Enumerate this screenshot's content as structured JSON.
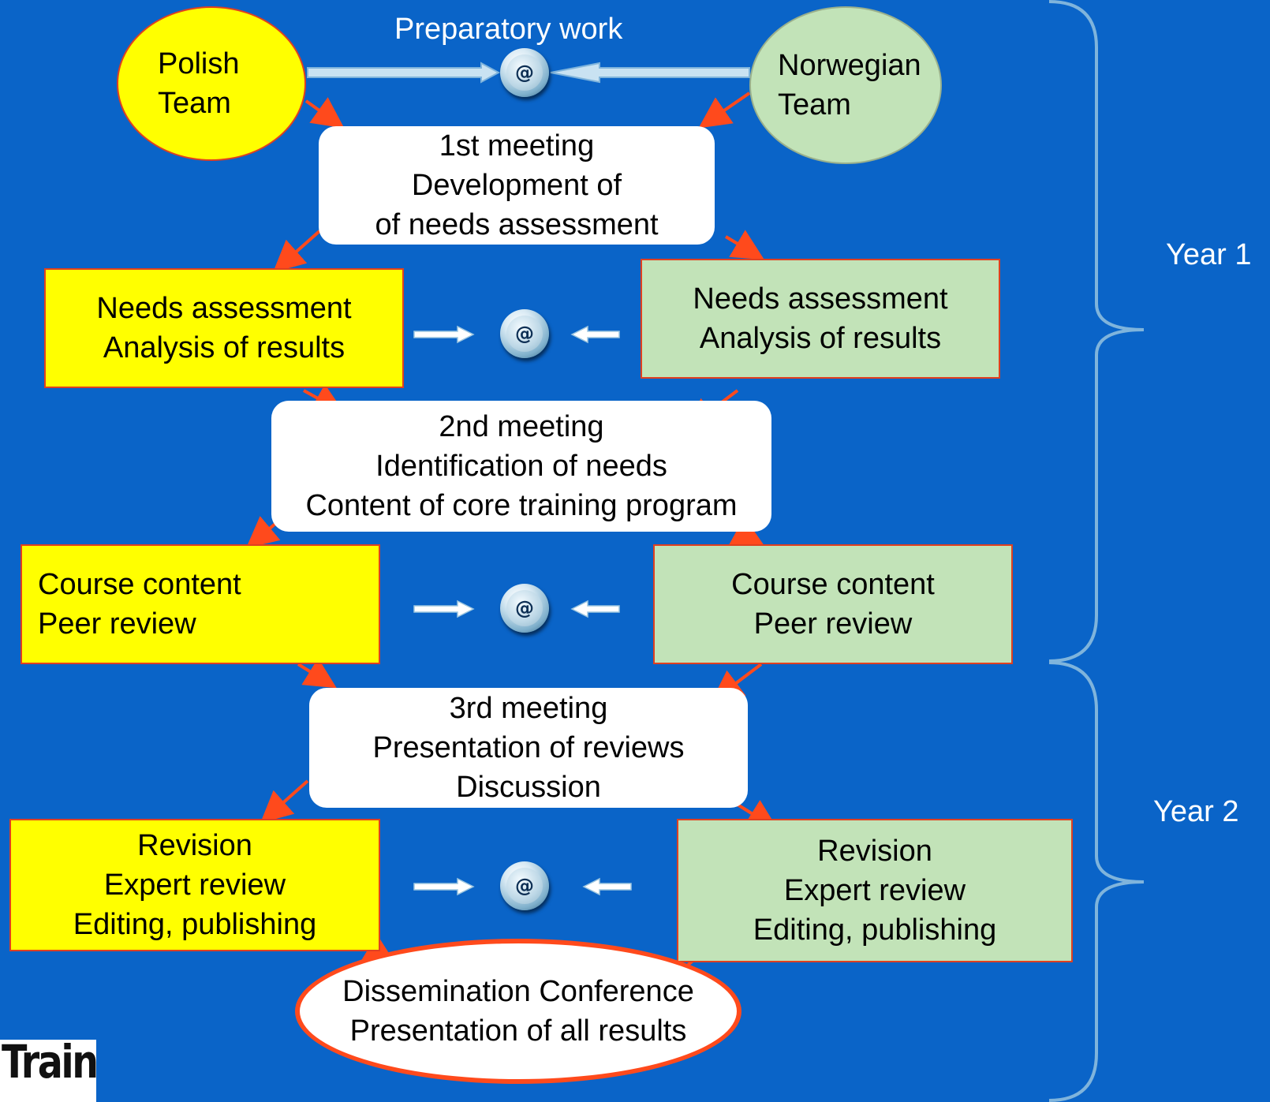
{
  "header": {
    "label": "Preparatory work"
  },
  "teams": {
    "polish": [
      "Polish",
      "Team"
    ],
    "norwegian": [
      "Norwegian",
      "Team"
    ]
  },
  "meetings": {
    "first": [
      "1st meeting",
      "Development of",
      "of needs assessment"
    ],
    "second": [
      "2nd meeting",
      "Identification of needs",
      "Content of core training program"
    ],
    "third": [
      "3rd meeting",
      "Presentation of reviews",
      "Discussion"
    ]
  },
  "polish_steps": {
    "needs": [
      "Needs assessment",
      "Analysis of results"
    ],
    "course": [
      "Course content",
      "Peer review"
    ],
    "revision": [
      "Revision",
      "Expert review",
      "Editing, publishing"
    ]
  },
  "norwegian_steps": {
    "needs": [
      "Needs assessment",
      "Analysis of results"
    ],
    "course": [
      "Course content",
      "Peer review"
    ],
    "revision": [
      "Revision",
      "Expert review",
      "Editing, publishing"
    ]
  },
  "conference": [
    "Dissemination Conference",
    "Presentation of all results"
  ],
  "years": {
    "year1": "Year 1",
    "year2": "Year 2"
  },
  "icons": {
    "email": "email-at-icon",
    "logo": "train-logo"
  },
  "logo": {
    "text": "Train"
  },
  "colors": {
    "background": "#0a64c8",
    "polish": "#ffff00",
    "norwegian": "#c2e3b8",
    "arrow": "#ff4a1c",
    "brace": "#7fb4dc"
  }
}
